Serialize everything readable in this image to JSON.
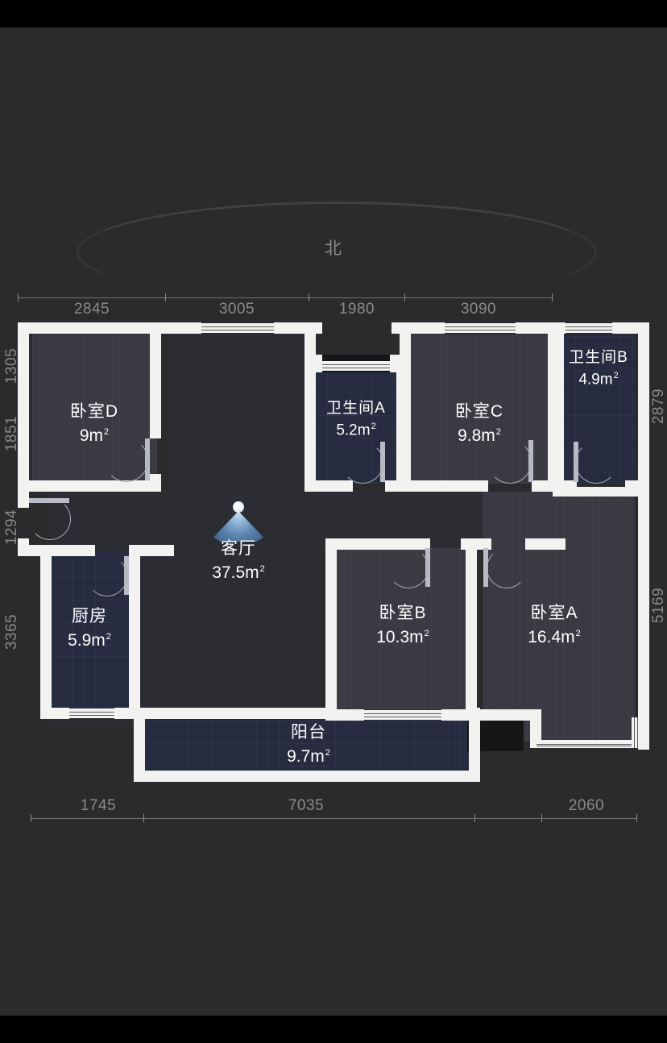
{
  "compass": {
    "label": "北"
  },
  "dimensions": {
    "top": [
      {
        "value": "2845"
      },
      {
        "value": "3005"
      },
      {
        "value": "1980"
      },
      {
        "value": "3090"
      }
    ],
    "bottom": [
      {
        "value": "1745"
      },
      {
        "value": "7035"
      },
      {
        "value": "2060"
      }
    ],
    "left": [
      {
        "value": "1305"
      },
      {
        "value": "1851"
      },
      {
        "value": "1294"
      },
      {
        "value": "3365"
      }
    ],
    "right": [
      {
        "value": "2879"
      },
      {
        "value": "5169"
      }
    ]
  },
  "rooms": [
    {
      "id": "bedroom-d",
      "name": "卧室D",
      "area": "9",
      "unit": "m"
    },
    {
      "id": "bathroom-a",
      "name": "卫生间A",
      "area": "5.2",
      "unit": "m"
    },
    {
      "id": "bedroom-c",
      "name": "卧室C",
      "area": "9.8",
      "unit": "m"
    },
    {
      "id": "bathroom-b",
      "name": "卫生间B",
      "area": "4.9",
      "unit": "m"
    },
    {
      "id": "living",
      "name": "客厅",
      "area": "37.5",
      "unit": "m"
    },
    {
      "id": "kitchen",
      "name": "厨房",
      "area": "5.9",
      "unit": "m"
    },
    {
      "id": "bedroom-b",
      "name": "卧室B",
      "area": "10.3",
      "unit": "m"
    },
    {
      "id": "bedroom-a",
      "name": "卧室A",
      "area": "16.4",
      "unit": "m"
    },
    {
      "id": "balcony",
      "name": "阳台",
      "area": "9.7",
      "unit": "m"
    }
  ],
  "icons": {
    "living_room_lamp": "lamp-icon"
  },
  "colors": {
    "background": "#2b2b2d",
    "wall": "#f2f2f0",
    "floor_grey": "#3a3b42",
    "floor_blue": "#262b3f",
    "text": "#ffffff",
    "dimension_text": "#8a8a8c"
  }
}
